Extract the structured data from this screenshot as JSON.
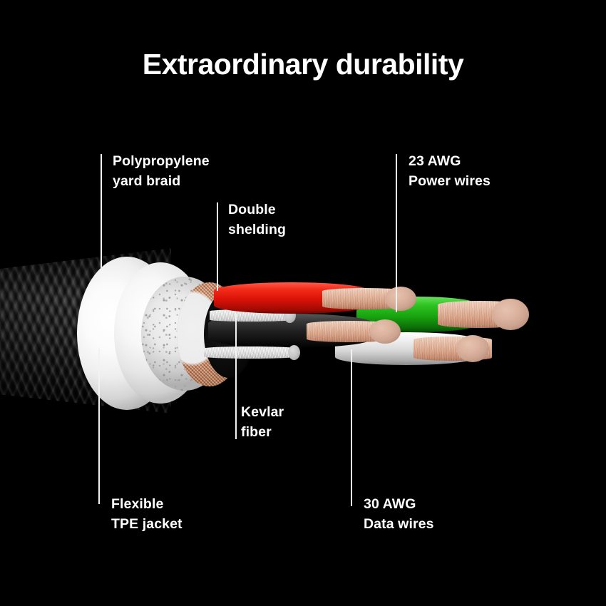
{
  "page": {
    "background_color": "#000000",
    "text_color": "#ffffff",
    "title": "Extraordinary durability"
  },
  "callouts": [
    {
      "id": "polypropylene-yard-braid",
      "text": "Polypropylene\nyard braid"
    },
    {
      "id": "double-shelding",
      "text": "Double\nshelding"
    },
    {
      "id": "power-wires",
      "text": "23 AWG\nPower wires"
    },
    {
      "id": "kevlar-fiber",
      "text": "Kevlar\nfiber"
    },
    {
      "id": "tpe-jacket",
      "text": "Flexible\nTPE jacket"
    },
    {
      "id": "data-wires",
      "text": "30 AWG\nData wires"
    }
  ],
  "diagram": {
    "name": "usb-cable-cutaway-cross-section",
    "layers": [
      {
        "name": "polypropylene-yard-braid",
        "color": "#262626"
      },
      {
        "name": "flexible-tpe-jacket",
        "color": "#ffffff"
      },
      {
        "name": "kevlar-fiber",
        "color": "#e8e8e8"
      },
      {
        "name": "double-shelding",
        "color": "#d9a286"
      }
    ],
    "wires": [
      {
        "name": "power-wire-red",
        "gauge": "23 AWG",
        "insulation_color": "#d91207",
        "conductor_color": "#d9a286"
      },
      {
        "name": "power-wire-green",
        "gauge": "23 AWG",
        "insulation_color": "#18a30f",
        "conductor_color": "#d9a286"
      },
      {
        "name": "data-wire-black",
        "gauge": "30 AWG",
        "insulation_color": "#1f1f1f",
        "conductor_color": "#d9a286"
      },
      {
        "name": "data-wire-white",
        "gauge": "30 AWG",
        "insulation_color": "#f0f0f0",
        "conductor_color": "#d9a286"
      }
    ]
  }
}
